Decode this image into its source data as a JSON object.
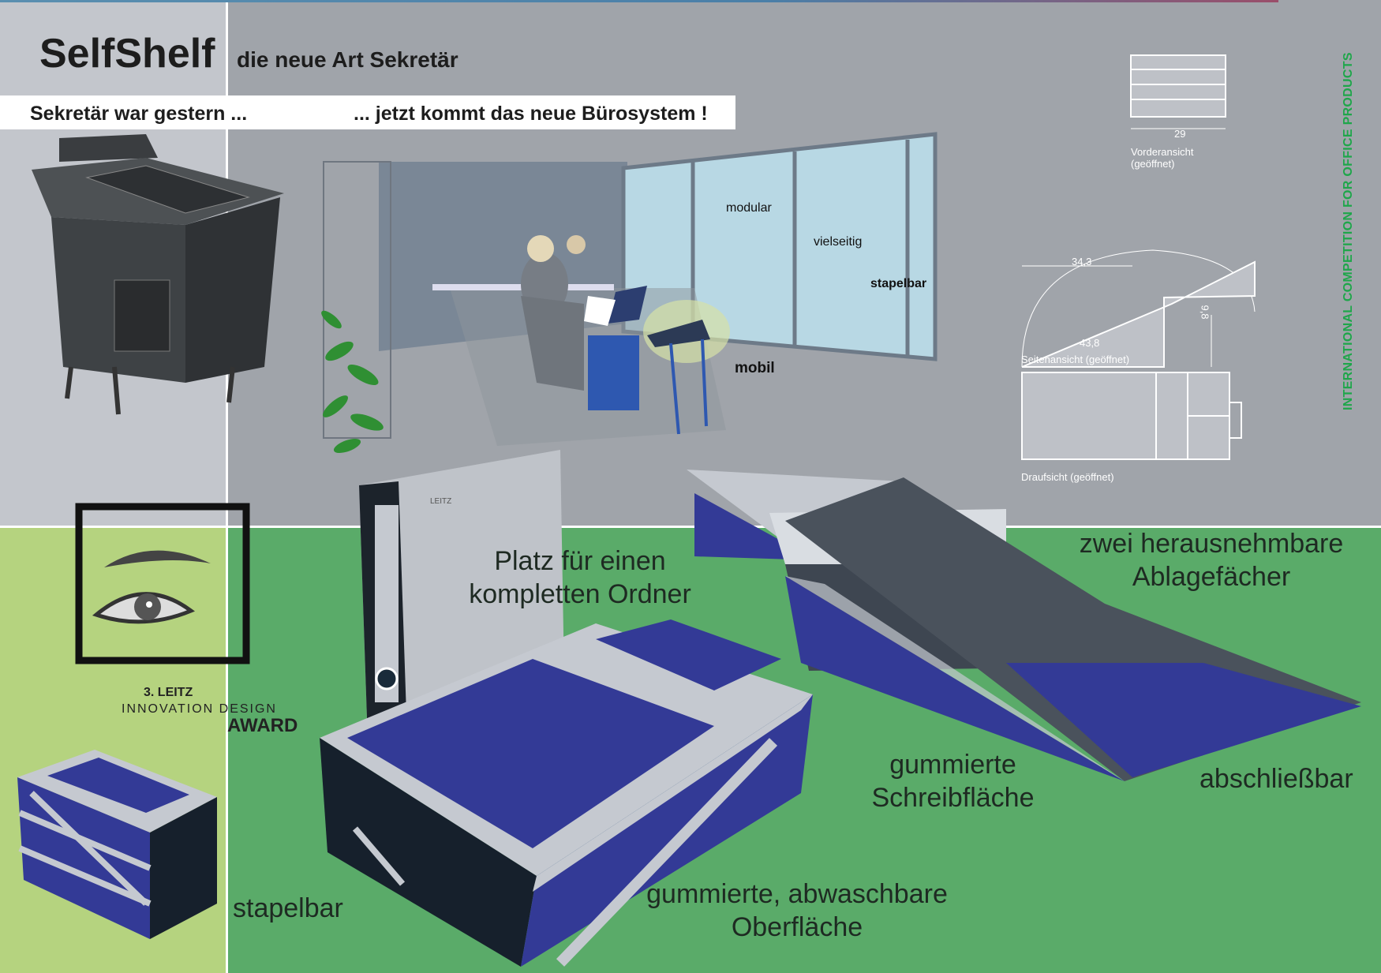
{
  "header": {
    "title": "SelfShelf",
    "subtitle": "die neue Art Sekretär"
  },
  "banner": {
    "left": "Sekretär war gestern ...",
    "right": "... jetzt kommt das neue Bürosystem !"
  },
  "room_labels": {
    "modular": "modular",
    "vielseitig": "vielseitig",
    "stapelbar": "stapelbar",
    "mobil": "mobil"
  },
  "technical_drawings": {
    "front": {
      "dimension": "29",
      "caption_1": "Vorderansicht",
      "caption_2": "(geöffnet)"
    },
    "side": {
      "dim_top": "34,3",
      "dim_bottom": "43,8",
      "dim_height": "9,8",
      "caption": "Seitenansicht (geöffnet)"
    },
    "top": {
      "caption": "Draufsicht (geöffnet)"
    }
  },
  "competition": "INTERNATIONAL COMPETITION FOR OFFICE PRODUCTS",
  "award": {
    "line1": "3. LEITZ",
    "line2": "INNOVATION DESIGN",
    "line3": "AWARD"
  },
  "features": {
    "ordner_1": "Platz für einen",
    "ordner_2": "kompletten Ordner",
    "faecher_1": "zwei herausnehmbare",
    "faecher_2": "Ablagefächer",
    "schreib_1": "gummierte",
    "schreib_2": "Schreibfläche",
    "lock": "abschließbar",
    "surface_1": "gummierte, abwaschbare",
    "surface_2": "Oberfläche",
    "stack": "stapelbar"
  },
  "binder_brand": "LEITZ",
  "colors": {
    "gray_light": "#c3c6cc",
    "gray": "#a0a4aa",
    "green_light": "#b5d37f",
    "green": "#5aab69",
    "blue": "#333a96",
    "navy": "#16202c"
  }
}
